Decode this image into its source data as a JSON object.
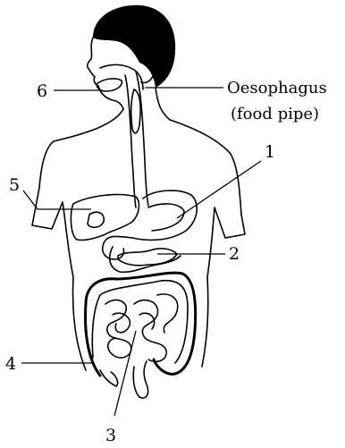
{
  "diagram": {
    "labels": {
      "oesophagus": "Oesophagus",
      "food_pipe": "(food pipe)",
      "n1": "1",
      "n2": "2",
      "n3": "3",
      "n4": "4",
      "n5": "5",
      "n6": "6"
    },
    "colors": {
      "ink": "#000000",
      "background": "#ffffff"
    }
  }
}
